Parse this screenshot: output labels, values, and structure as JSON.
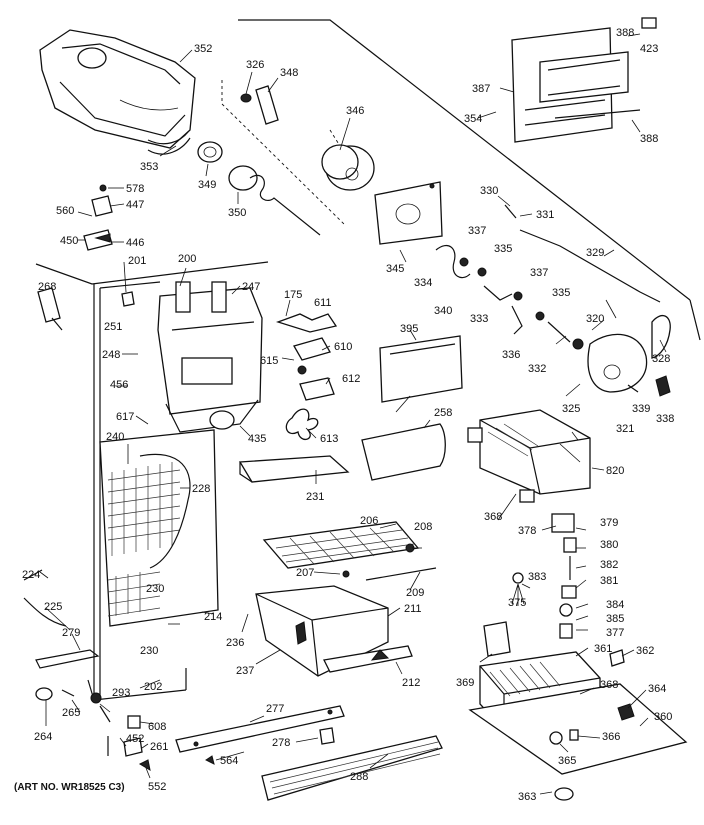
{
  "art_number": "(ART NO. WR18525 C3)",
  "callouts": {
    "c352": "352",
    "c326": "326",
    "c348": "348",
    "c346": "346",
    "c353": "353",
    "c349": "349",
    "c350": "350",
    "c578": "578",
    "c447": "447",
    "c560": "560",
    "c450": "450",
    "c446": "446",
    "c345": "345",
    "c330": "330",
    "c331": "331",
    "c337a": "337",
    "c335a": "335",
    "c334": "334",
    "c340": "340",
    "c333": "333",
    "c337b": "337",
    "c335b": "335",
    "c329": "329",
    "c388a": "388",
    "c423": "423",
    "c387": "387",
    "c354": "354",
    "c388b": "388",
    "c200": "200",
    "c201": "201",
    "c247": "247",
    "c268": "268",
    "c251": "251",
    "c175": "175",
    "c611": "611",
    "c610": "610",
    "c615": "615",
    "c612": "612",
    "c613": "613",
    "c248": "248",
    "c456": "456",
    "c617": "617",
    "c435": "435",
    "c240": "240",
    "c228": "228",
    "c231": "231",
    "c258": "258",
    "c395": "395",
    "c336": "336",
    "c332": "332",
    "c320": "320",
    "c328": "328",
    "c325": "325",
    "c321": "321",
    "c339": "339",
    "c338": "338",
    "c820": "820",
    "c368a": "368",
    "c206": "206",
    "c208": "208",
    "c378": "378",
    "c379": "379",
    "c380": "380",
    "c382": "382",
    "c381": "381",
    "c383": "383",
    "c375": "375",
    "c384": "384",
    "c385": "385",
    "c377": "377",
    "c207": "207",
    "c209": "209",
    "c211": "211",
    "c224": "224",
    "c225": "225",
    "c279": "279",
    "c230a": "230",
    "c214": "214",
    "c230b": "230",
    "c236": "236",
    "c237": "237",
    "c212": "212",
    "c202": "202",
    "c293": "293",
    "c265": "265",
    "c264": "264",
    "c608": "608",
    "c452": "452",
    "c261": "261",
    "c552": "552",
    "c277": "277",
    "c278": "278",
    "c564": "564",
    "c288": "288",
    "c361": "361",
    "c362": "362",
    "c369": "369",
    "c368b": "368",
    "c364": "364",
    "c360": "360",
    "c366": "366",
    "c365": "365",
    "c363": "363"
  }
}
